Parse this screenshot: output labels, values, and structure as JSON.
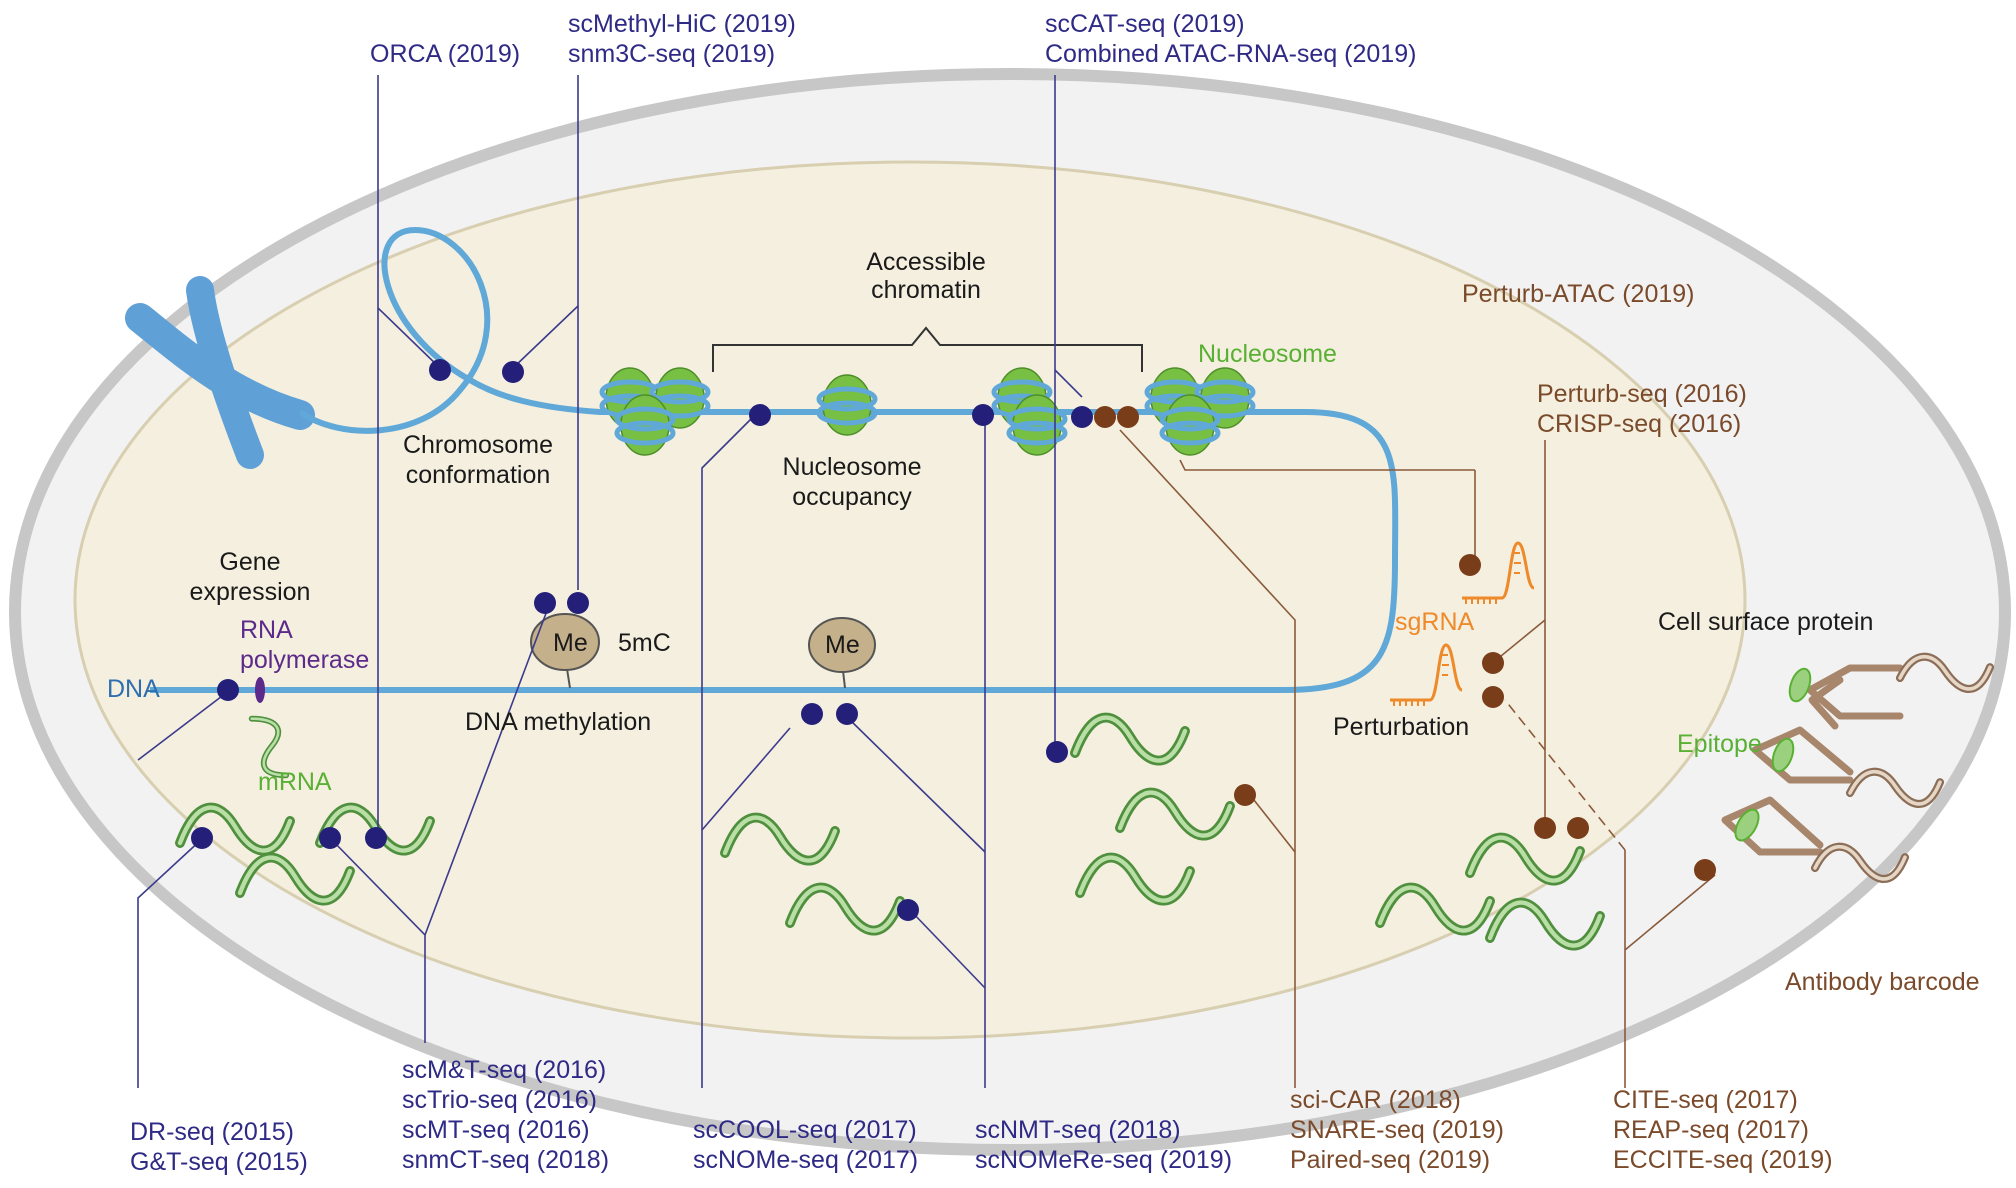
{
  "colors": {
    "cell_fill": "#f2f2f2",
    "cell_border": "#c7c7c7",
    "nucleus_fill": "#f4efdf",
    "nucleus_border": "#d8ceb0",
    "dna": "#5fa8d8",
    "chromosome": "#5fa0d6",
    "probe_navy": "#24207a",
    "probe_brown": "#7a3d19",
    "line_navy": "#3b3a8c",
    "line_brown": "#8a5a3a",
    "nucleosome_green": "#77c043",
    "mrna_green": "#5c9c4a",
    "sgrna_orange": "#ee8a2a",
    "antibody_brown": "#a8866c",
    "methyl_tan": "#c4b08a"
  },
  "methods": {
    "orca": [
      "ORCA (2019)"
    ],
    "scmethyl_hic": [
      "scMethyl-HiC (2019)",
      "snm3C-seq (2019)"
    ],
    "sccat": [
      "scCAT-seq (2019)",
      "Combined ATAC-RNA-seq (2019)"
    ],
    "perturb_atac": [
      "Perturb-ATAC (2019)"
    ],
    "perturb_seq": [
      "Perturb-seq (2016)",
      "CRISP-seq (2016)"
    ],
    "dr_seq": [
      "DR-seq (2015)",
      "G&T-seq (2015)"
    ],
    "scmt": [
      "scM&T-seq (2016)",
      "scTrio-seq (2016)",
      "scMT-seq (2016)",
      "snmCT-seq (2018)"
    ],
    "sccool": [
      "scCOOL-seq (2017)",
      "scNOMe-seq (2017)"
    ],
    "scnmt": [
      "scNMT-seq (2018)",
      "scNOMeRe-seq (2019)"
    ],
    "scicar": [
      "sci-CAR (2018)",
      "SNARE-seq (2019)",
      "Paired-seq (2019)"
    ],
    "cite": [
      "CITE-seq (2017)",
      "REAP-seq (2017)",
      "ECCITE-seq (2019)"
    ]
  },
  "labels": {
    "accessible_chromatin": [
      "Accessible",
      "chromatin"
    ],
    "nucleosome": "Nucleosome",
    "chromosome_conformation": [
      "Chromosome",
      "conformation"
    ],
    "nucleosome_occupancy": [
      "Nucleosome",
      "occupancy"
    ],
    "gene_expression": [
      "Gene",
      "expression"
    ],
    "rna_polymerase": [
      "RNA",
      "polymerase"
    ],
    "dna": "DNA",
    "me": "Me",
    "five_mc": "5mC",
    "dna_methylation": "DNA methylation",
    "mrna": "mRNA",
    "sgrna": "sgRNA",
    "perturbation": "Perturbation",
    "cell_surface_protein": "Cell surface protein",
    "epitope": "Epitope",
    "antibody_barcode": "Antibody barcode"
  }
}
